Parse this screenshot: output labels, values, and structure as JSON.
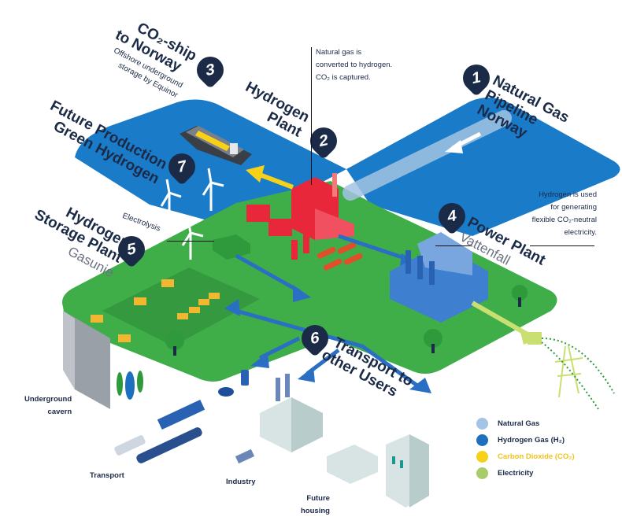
{
  "diagram": {
    "steps": [
      {
        "number": "1",
        "title_lines": [
          "Natural Gas",
          "Pipeline",
          "Norway"
        ]
      },
      {
        "number": "2",
        "title_lines": [
          "Hydrogen",
          "Plant"
        ],
        "note_lines": [
          "Natural gas is",
          "converted to hydrogen.",
          "CO₂ is captured."
        ]
      },
      {
        "number": "3",
        "title_lines": [
          "CO₂-ship",
          "to Norway"
        ],
        "subtitle_lines": [
          "Offshore underground",
          "storage by Equinor"
        ]
      },
      {
        "number": "4",
        "title_lines": [
          "Power Plant"
        ],
        "company": "Vattenfall",
        "note_lines": [
          "Hydrogen is used",
          "for generating",
          "flexible CO₂-neutral",
          "electricity."
        ]
      },
      {
        "number": "5",
        "title_lines": [
          "Hydrogen",
          "Storage Plant"
        ],
        "company": "Gasunie"
      },
      {
        "number": "6",
        "title_lines": [
          "Transport to",
          "other Users"
        ]
      },
      {
        "number": "7",
        "title_lines": [
          "Future Production",
          "Green Hydrogen"
        ]
      }
    ],
    "labels": {
      "electrolysis": "Electrolysis",
      "underground_cavern": [
        "Underground",
        "cavern"
      ],
      "transport": "Transport",
      "industry": "Industry",
      "future_housing": [
        "Future",
        "housing"
      ]
    },
    "legend": [
      {
        "label": "Natural Gas",
        "color": "#a3c4e4",
        "text_color": "#1b2a47"
      },
      {
        "label": "Hydrogen Gas (H₂)",
        "color": "#1f6fbf",
        "text_color": "#1b2a47"
      },
      {
        "label": "Carbon Dioxide (CO₂)",
        "color": "#f7d117",
        "text_color": "#f0c419"
      },
      {
        "label": "Electricity",
        "color": "#a8cc6a",
        "text_color": "#1b2a47"
      }
    ],
    "colors": {
      "sea": "#1a7bc9",
      "land": "#3fae49",
      "plant": "#e8273a",
      "power_plant": "#3f7fd0",
      "hydrogen_flow": "#2a6fc4",
      "co2_flow": "#f7d117",
      "electricity": "#c9df72",
      "pin": "#1b2a47"
    }
  }
}
